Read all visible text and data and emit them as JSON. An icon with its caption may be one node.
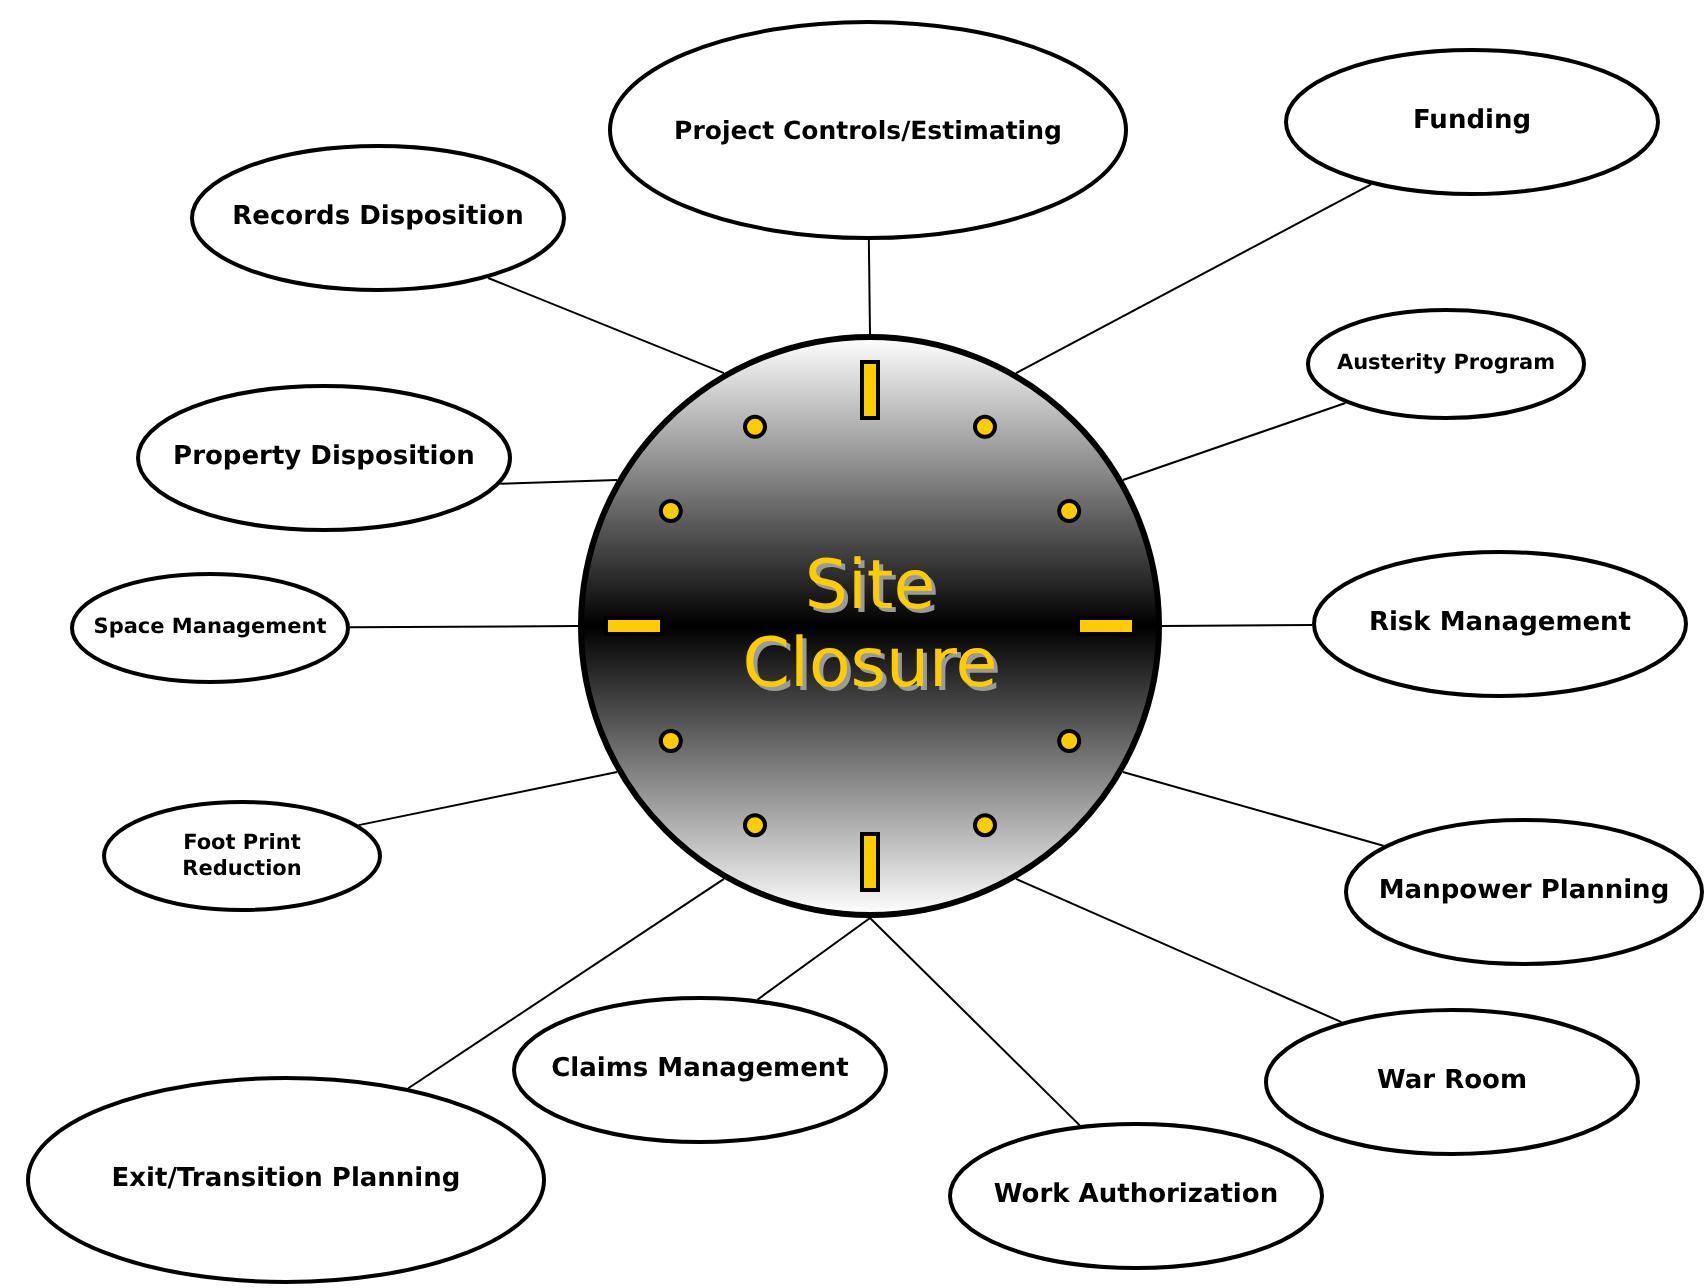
{
  "diagram": {
    "nodes": [
      {
        "text": [
          "Site Closure"
        ]
      },
      {
        "text": [
          "Project Controls/Estimating"
        ]
      },
      {
        "text": [
          "Funding"
        ]
      },
      {
        "text": [
          "Records Disposition"
        ]
      },
      {
        "text": [
          "Austerity Program"
        ]
      },
      {
        "text": [
          "Property Disposition"
        ]
      },
      {
        "text": [
          "Space Management"
        ]
      },
      {
        "text": [
          "Risk Management"
        ]
      },
      {
        "text": [
          "Foot Print Reduction"
        ]
      },
      {
        "text": [
          "Manpower Planning"
        ]
      },
      {
        "text": [
          "Claims Management"
        ]
      },
      {
        "text": [
          "War Room"
        ]
      },
      {
        "text": [
          "Work Authorization"
        ]
      },
      {
        "text": [
          "Exit/Transition Planning"
        ]
      }
    ],
    "edges": [
      {
        "from": 0,
        "to": 1,
        "arrow": "none"
      },
      {
        "from": 0,
        "to": 2,
        "arrow": "none"
      },
      {
        "from": 0,
        "to": 3,
        "arrow": "none"
      },
      {
        "from": 0,
        "to": 4,
        "arrow": "none"
      },
      {
        "from": 0,
        "to": 5,
        "arrow": "none"
      },
      {
        "from": 0,
        "to": 6,
        "arrow": "none"
      },
      {
        "from": 0,
        "to": 7,
        "arrow": "none"
      },
      {
        "from": 0,
        "to": 8,
        "arrow": "none"
      },
      {
        "from": 0,
        "to": 9,
        "arrow": "none"
      },
      {
        "from": 0,
        "to": 10,
        "arrow": "none"
      },
      {
        "from": 0,
        "to": 11,
        "arrow": "none"
      },
      {
        "from": 0,
        "to": 12,
        "arrow": "none"
      },
      {
        "from": 0,
        "to": 13,
        "arrow": "none"
      }
    ]
  }
}
